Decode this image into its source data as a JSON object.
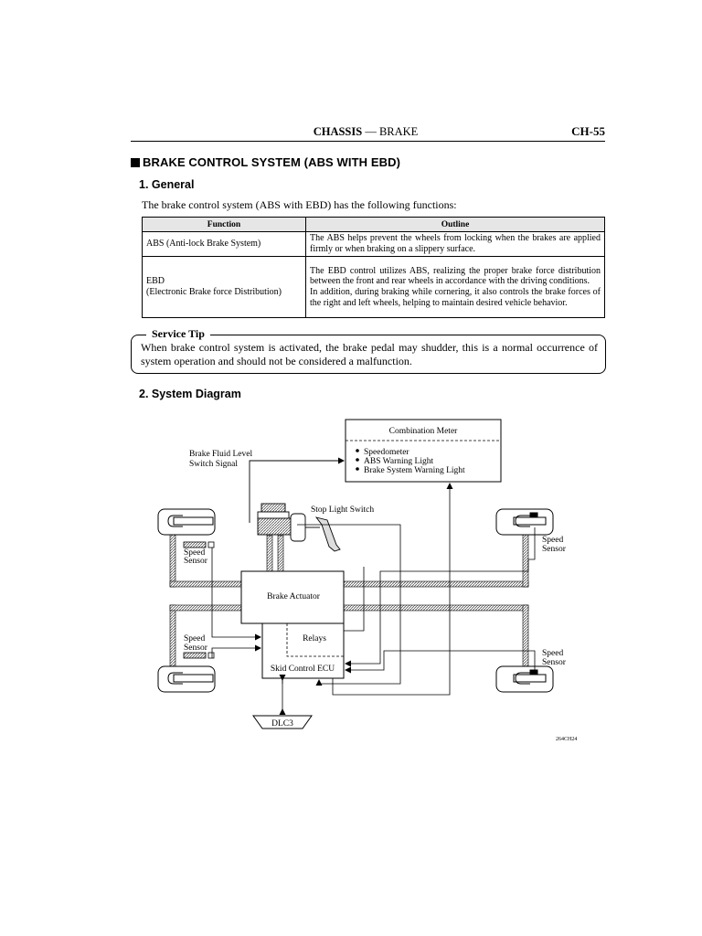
{
  "header": {
    "chapter": "CHASSIS",
    "separator": " — ",
    "section": "BRAKE",
    "page": "CH-55"
  },
  "section_title": "BRAKE CONTROL SYSTEM (ABS WITH EBD)",
  "general": {
    "heading": "1.  General",
    "intro": "The brake control system (ABS with EBD) has the following functions:",
    "table": {
      "headers": [
        "Function",
        "Outline"
      ],
      "rows": [
        {
          "function_lines": [
            "ABS (Anti-lock Brake System)"
          ],
          "outline": "The ABS helps prevent the wheels from locking when the brakes are applied firmly or when braking on a slippery surface."
        },
        {
          "function_lines": [
            "EBD",
            "(Electronic Brake force Distribution)"
          ],
          "outline_lines": [
            "The EBD control utilizes ABS, realizing the proper brake force distribution between the front and rear wheels in accordance with the driving conditions.",
            "In addition, during braking while cornering, it also controls the brake forces of the right and left wheels, helping to maintain desired vehicle behavior."
          ]
        }
      ]
    }
  },
  "service_tip": {
    "label": "Service Tip",
    "text": "When brake control system is activated, the brake pedal may shudder, this is a normal occurrence of system operation and should not be considered a malfunction."
  },
  "system_diagram": {
    "heading": "2.  System Diagram",
    "combination_meter": {
      "title": "Combination Meter",
      "items": [
        "Speedometer",
        "ABS Warning Light",
        "Brake System Warning Light"
      ]
    },
    "brake_fluid_label": [
      "Brake Fluid Level",
      "Switch Signal"
    ],
    "stop_light_switch": "Stop Light Switch",
    "brake_actuator": "Brake Actuator",
    "relays": "Relays",
    "skid_control_ecu": "Skid Control ECU",
    "dlc3": "DLC3",
    "speed_sensor": [
      "Speed",
      "Sensor"
    ],
    "figure_code": "264CH24"
  }
}
